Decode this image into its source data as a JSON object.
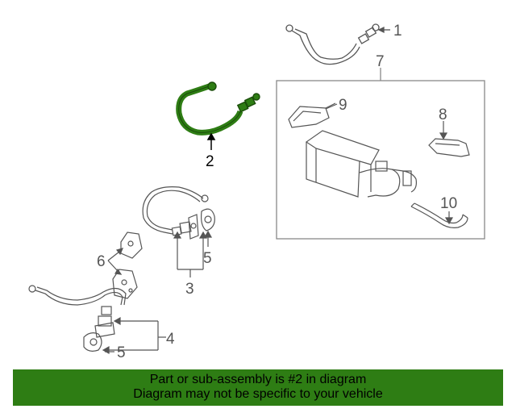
{
  "callouts": {
    "c1": "1",
    "c2": "2",
    "c3": "3",
    "c4": "4",
    "c5a": "5",
    "c5b": "5",
    "c6": "6",
    "c7": "7",
    "c8": "8",
    "c9": "9",
    "c10": "10"
  },
  "banner": {
    "line1": "Part or sub-assembly is #2 in diagram",
    "line2": "Diagram may not be specific to your vehicle"
  },
  "colors": {
    "highlight": "#2e7d14",
    "banner_bg": "#2e7d14",
    "line_art": "#555555"
  }
}
